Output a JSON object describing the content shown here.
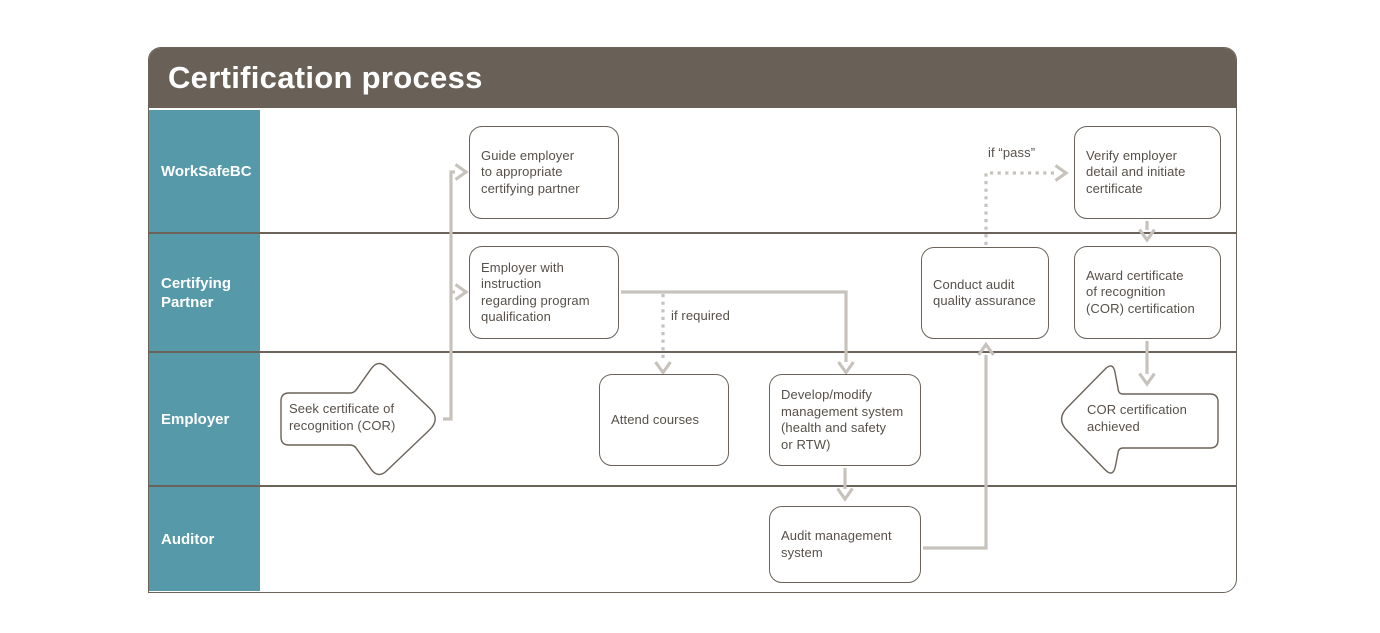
{
  "title": "Certification process",
  "colors": {
    "title_bar": "#696158",
    "lane_label": "#569aaa",
    "box_border": "#6b6259",
    "text": "#57504a",
    "connector": "#c7c3bc"
  },
  "lanes": [
    {
      "label": "WorkSafeBC"
    },
    {
      "label": "Certifying\nPartner"
    },
    {
      "label": "Employer"
    },
    {
      "label": "Auditor"
    }
  ],
  "nodes": {
    "guide_employer": {
      "lane": "WorkSafeBC",
      "text": "Guide employer\nto appropriate\ncertifying partner"
    },
    "verify_employer": {
      "lane": "WorkSafeBC",
      "text": "Verify employer\ndetail and initiate\ncertificate"
    },
    "employer_instruction": {
      "lane": "Certifying Partner",
      "text": "Employer with\ninstruction\nregarding program\nqualification"
    },
    "conduct_audit_qa": {
      "lane": "Certifying Partner",
      "text": "Conduct audit\nquality assurance"
    },
    "award_certificate": {
      "lane": "Certifying Partner",
      "text": "Award certificate\nof recognition\n(COR) certification"
    },
    "seek_cor": {
      "lane": "Employer",
      "text": "Seek certificate of\nrecognition (COR)"
    },
    "attend_courses": {
      "lane": "Employer",
      "text": "Attend courses"
    },
    "develop_modify": {
      "lane": "Employer",
      "text": "Develop/modify\nmanagement system\n(health and safety\nor RTW)"
    },
    "cor_achieved": {
      "lane": "Employer",
      "text": "COR certification\nachieved"
    },
    "audit_mgmt": {
      "lane": "Auditor",
      "text": "Audit management\nsystem"
    }
  },
  "edge_labels": {
    "if_required": "if required",
    "if_pass": "if “pass”"
  }
}
